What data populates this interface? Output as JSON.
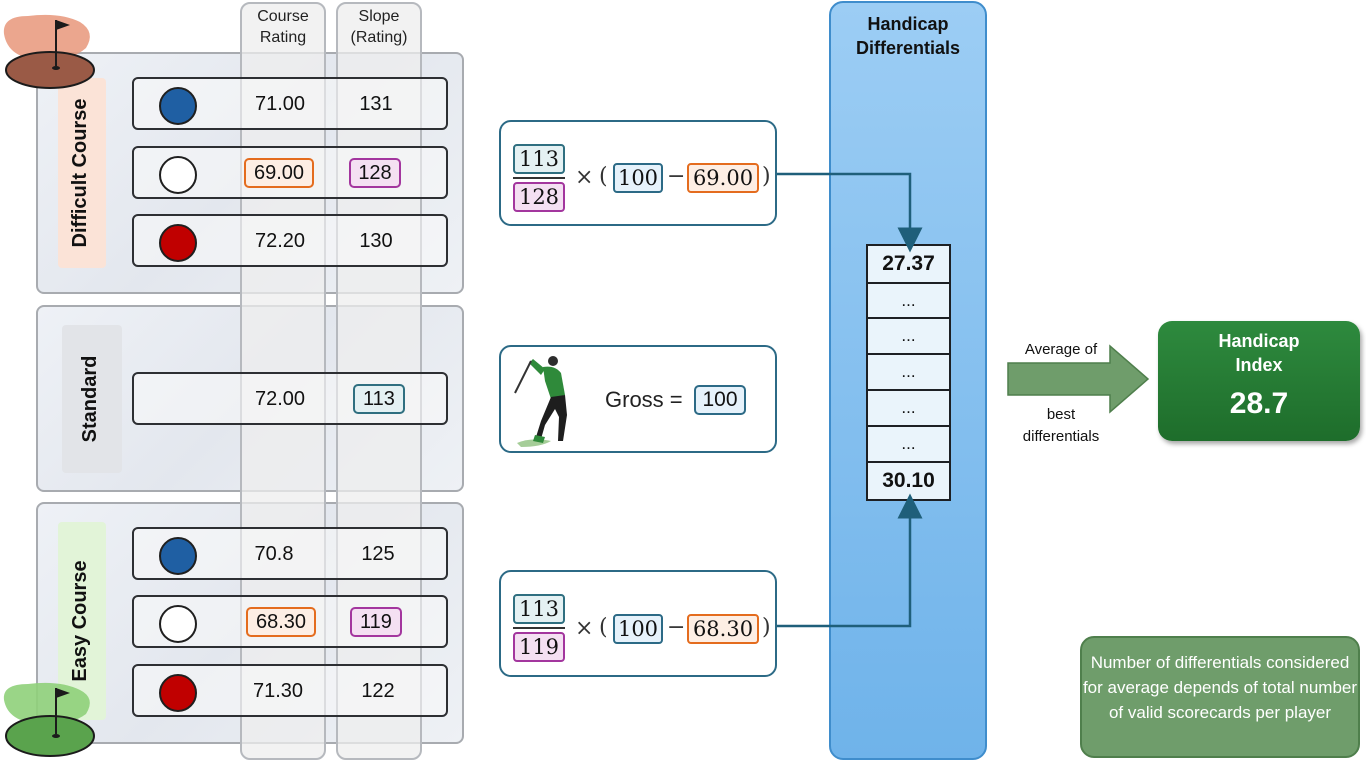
{
  "columns": {
    "course_rating": "Course\nRating",
    "slope": "Slope\n(Rating)"
  },
  "difficult": {
    "label": "Difficult Course",
    "rows": [
      {
        "color": "#1f5fa3",
        "rating": "71.00",
        "slope": "131"
      },
      {
        "color": "#ffffff",
        "rating": "69.00",
        "slope": "128"
      },
      {
        "color": "#c00000",
        "rating": "72.20",
        "slope": "130"
      }
    ]
  },
  "standard": {
    "label": "Standard",
    "rating": "72.00",
    "slope": "113"
  },
  "easy": {
    "label": "Easy Course",
    "rows": [
      {
        "color": "#1f5fa3",
        "rating": "70.8",
        "slope": "125"
      },
      {
        "color": "#ffffff",
        "rating": "68.30",
        "slope": "119"
      },
      {
        "color": "#c00000",
        "rating": "71.30",
        "slope": "122"
      }
    ]
  },
  "formula_top": {
    "numerator": "113",
    "denominator": "128",
    "times": "×",
    "open": "(",
    "gross": "100",
    "minus": "−",
    "rating": "69.00",
    "close": ")"
  },
  "gross_card": {
    "label": "Gross =",
    "value": "100"
  },
  "formula_bottom": {
    "numerator": "113",
    "denominator": "119",
    "times": "×",
    "open": "(",
    "gross": "100",
    "minus": "−",
    "rating": "68.30",
    "close": ")"
  },
  "differentials": {
    "title": "Handicap\nDifferentials",
    "values": [
      "27.37",
      "...",
      "...",
      "...",
      "...",
      "...",
      "30.10"
    ]
  },
  "arrow": {
    "top_text": "Average of",
    "bottom_text": "best\ndifferentials"
  },
  "handicap_index": {
    "title": "Handicap\nIndex",
    "value": "28.7"
  },
  "note": "Number of differentials considered for average depends of total number of valid scorecards per player",
  "colors": {
    "rating_accent": "#e46c1e",
    "slope_accent": "#a3369e",
    "standard_accent": "#2f6f80",
    "gross_accent": "#2c6a86"
  }
}
